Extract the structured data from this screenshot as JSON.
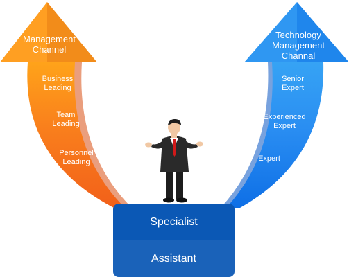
{
  "left_channel": {
    "title": "Management\nChannel",
    "levels": [
      "Business\nLeading",
      "Team\nLeading",
      "Personnel\nLeading"
    ],
    "color_light": "#ffa31a",
    "color_dark": "#f2601a"
  },
  "right_channel": {
    "title": "Technology\nManagement\nChannal",
    "levels": [
      "Senior\nExpert",
      "Experienced\nExpert",
      "Expert"
    ],
    "color_light": "#36a3f4",
    "color_dark": "#0e6fe6"
  },
  "base": {
    "upper_label": "Specialist",
    "lower_label": "Assistant",
    "upper_color": "#0b58b5",
    "lower_color": "#1a62b9"
  },
  "figure": {
    "icon": "businessman-icon"
  }
}
